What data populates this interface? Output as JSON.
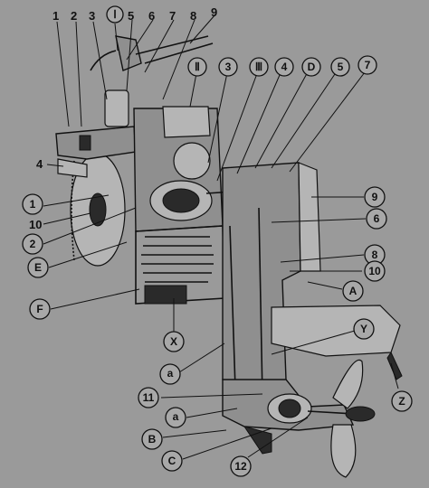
{
  "labels": {
    "n1": "1",
    "n2": "2",
    "n3": "3",
    "n4": "4",
    "n5": "5",
    "n6": "6",
    "n7": "7",
    "n8": "8",
    "n9": "9",
    "n10": "10",
    "n11": "11",
    "n12": "12",
    "r1": "Ⅰ",
    "r2": "Ⅱ",
    "r3": "Ⅲ",
    "A": "A",
    "B": "B",
    "C": "C",
    "D": "D",
    "E": "E",
    "F": "F",
    "X": "X",
    "Y": "Y",
    "Z": "Z",
    "a": "a"
  }
}
